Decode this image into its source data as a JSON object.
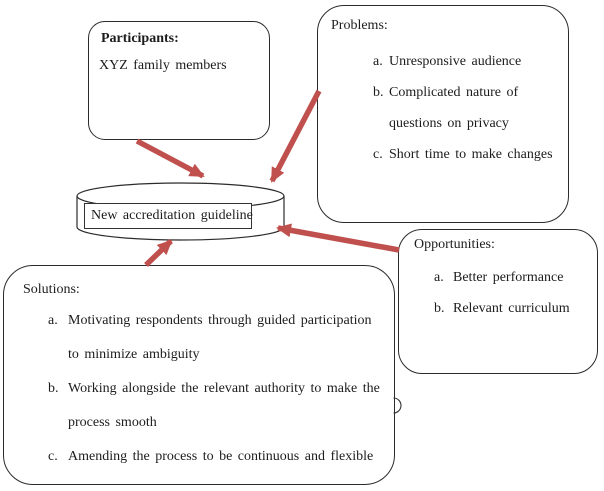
{
  "diagram": {
    "bg_color": "#ffffff",
    "box_border_color": "#2b2b2b",
    "arrow_color": "#c0504d",
    "center": {
      "shape": "database-cylinder",
      "label": "New accreditation guideline"
    },
    "participants": {
      "title": "Participants:",
      "body": "XYZ family members"
    },
    "problems": {
      "title": "Problems:",
      "items": [
        {
          "label": "a.",
          "text": "Unresponsive audience"
        },
        {
          "label": "b.",
          "text": "Complicated nature of\nquestions on privacy"
        },
        {
          "label": "c.",
          "text": "Short time to make changes"
        }
      ]
    },
    "opportunities": {
      "title": "Opportunities:",
      "items": [
        {
          "label": "a.",
          "text": "Better performance"
        },
        {
          "label": "b.",
          "text": "Relevant curriculum"
        }
      ]
    },
    "solutions": {
      "title": "Solutions:",
      "items": [
        {
          "label": "a.",
          "text": "Motivating respondents through guided participation\nto minimize ambiguity"
        },
        {
          "label": "b.",
          "text": "Working alongside the relevant authority to make the\nprocess smooth"
        },
        {
          "label": "c.",
          "text": "Amending the process to be continuous and flexible"
        }
      ]
    },
    "connectors": [
      {
        "from": "participants",
        "to": "center"
      },
      {
        "from": "problems",
        "to": "center"
      },
      {
        "from": "opportunities",
        "to": "center"
      },
      {
        "from": "solutions",
        "to": "center"
      }
    ]
  }
}
